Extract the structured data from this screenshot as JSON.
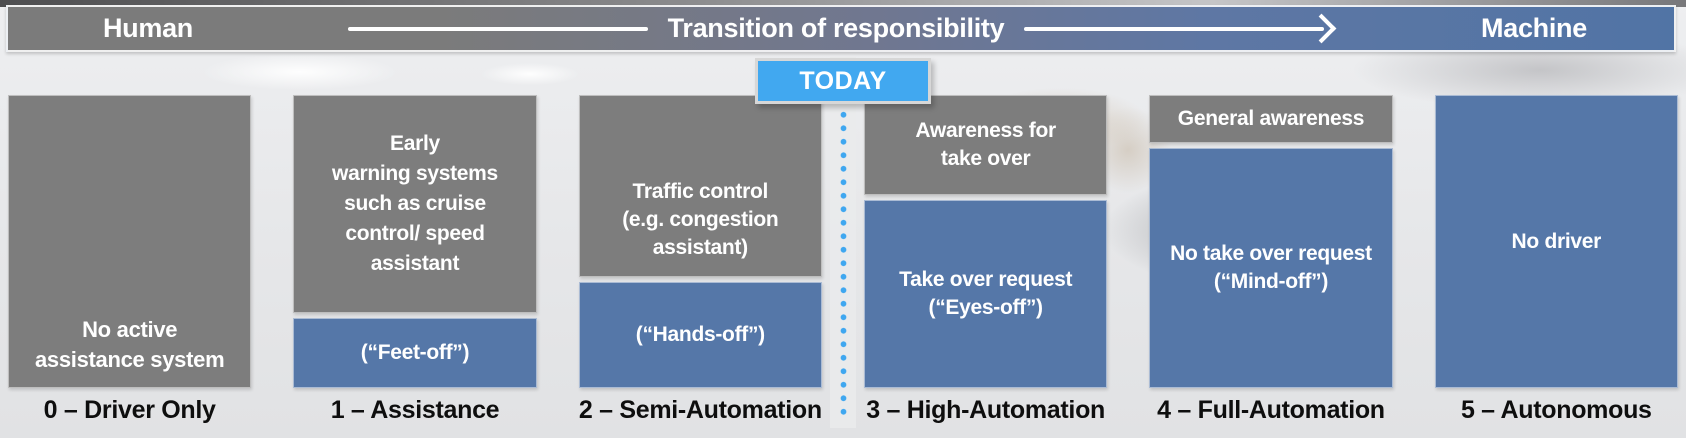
{
  "header": {
    "left_label": "Human",
    "center_label": "Transition of responsibility",
    "right_label": "Machine"
  },
  "today": {
    "label": "TODAY"
  },
  "columns": [
    {
      "label": "0 – Driver Only",
      "gray_text": "No active\nassistance system",
      "blue_text": ""
    },
    {
      "label": "1 – Assistance",
      "gray_text": "Early\nwarning systems\nsuch as cruise\ncontrol/ speed\nassistant",
      "blue_text": "(“Feet-off”)"
    },
    {
      "label": "2 – Semi-Automation",
      "gray_text": "Traffic control\n(e.g. congestion\nassistant)",
      "blue_text": "(“Hands-off”)"
    },
    {
      "label": "3 – High-Automation",
      "gray_text": "Awareness for\ntake over",
      "blue_text": "Take over request\n(“Eyes-off”)"
    },
    {
      "label": "4 – Full-Automation",
      "gray_text": "General awareness",
      "blue_text": "No take over request\n(“Mind-off”)"
    },
    {
      "label": "5 – Autonomous",
      "gray_text": "",
      "blue_text": "No driver"
    }
  ],
  "colors": {
    "box_gray": "#7d7d7d",
    "box_blue": "#5577a8",
    "today_blue": "#41a8f0",
    "bar_gradient_start": "#7b7b7b",
    "bar_gradient_end": "#5174a5",
    "label_text": "#0e0e0e",
    "box_text": "#ffffff"
  }
}
